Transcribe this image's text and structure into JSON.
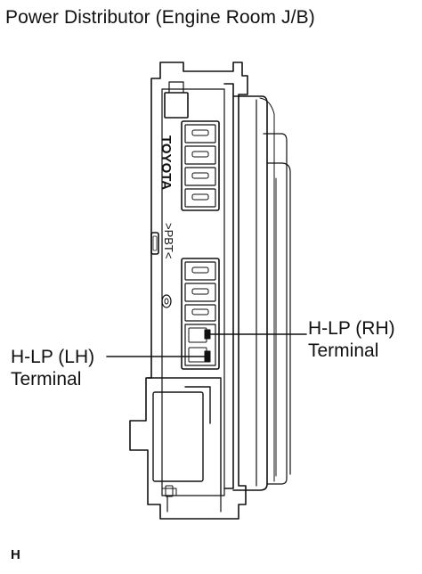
{
  "title": "Power Distributor (Engine Room J/B)",
  "component": {
    "brand": "TOYOTA",
    "material_mark": ">PBT<"
  },
  "callouts": {
    "lh": {
      "line1": "H-LP (LH)",
      "line2": "Terminal"
    },
    "rh": {
      "line1": "H-LP (RH)",
      "line2": "Terminal"
    }
  },
  "figure_code": "H",
  "colors": {
    "line": "#111111",
    "background": "#ffffff"
  }
}
